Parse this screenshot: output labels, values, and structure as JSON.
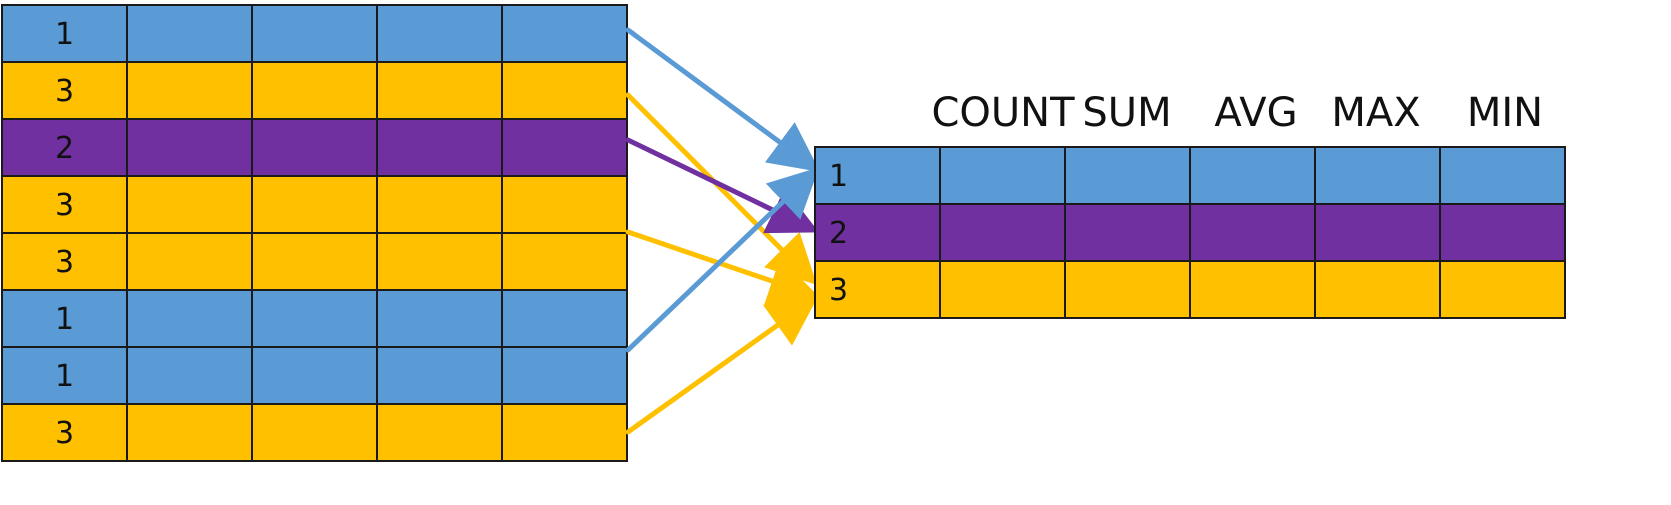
{
  "colors": {
    "blue": "#5b9bd5",
    "gold": "#ffc000",
    "purple": "#7030a0",
    "border": "#1a1a1a"
  },
  "source_table": {
    "rows": [
      {
        "key": "1",
        "group": "blue"
      },
      {
        "key": "3",
        "group": "gold"
      },
      {
        "key": "2",
        "group": "purple"
      },
      {
        "key": "3",
        "group": "gold"
      },
      {
        "key": "3",
        "group": "gold"
      },
      {
        "key": "1",
        "group": "blue"
      },
      {
        "key": "1",
        "group": "blue"
      },
      {
        "key": "3",
        "group": "gold"
      }
    ]
  },
  "result_table": {
    "headers": [
      "COUNT",
      "SUM",
      "AVG",
      "MAX",
      "MIN"
    ],
    "rows": [
      {
        "key": "1",
        "group": "blue"
      },
      {
        "key": "2",
        "group": "purple"
      },
      {
        "key": "3",
        "group": "gold"
      }
    ]
  },
  "arrows": [
    {
      "from_row": 0,
      "to_row": 0,
      "group": "blue"
    },
    {
      "from_row": 1,
      "to_row": 2,
      "group": "gold"
    },
    {
      "from_row": 2,
      "to_row": 1,
      "group": "purple"
    },
    {
      "from_row": 4,
      "to_row": 2,
      "group": "gold"
    },
    {
      "from_row": 5,
      "to_row": 0,
      "group": "blue"
    },
    {
      "from_row": 7,
      "to_row": 2,
      "group": "gold"
    }
  ]
}
